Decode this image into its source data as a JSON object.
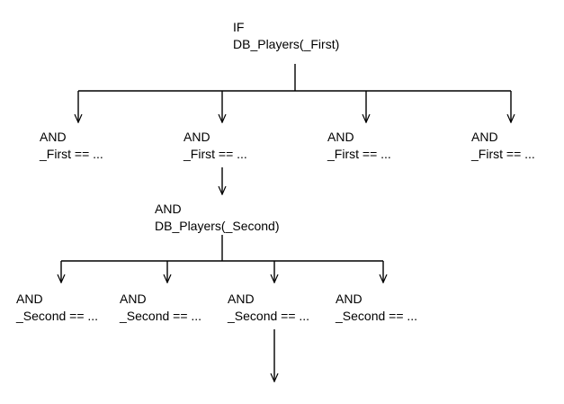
{
  "colors": {
    "line": "#000000",
    "text": "#000000",
    "background": "#ffffff"
  },
  "root": {
    "line1": "IF",
    "line2": "DB_Players(_First)"
  },
  "first_level": [
    {
      "line1": "AND",
      "line2": "_First == ..."
    },
    {
      "line1": "AND",
      "line2": "_First == ..."
    },
    {
      "line1": "AND",
      "line2": "_First == ..."
    },
    {
      "line1": "AND",
      "line2": "_First == ..."
    }
  ],
  "middle": {
    "line1": "AND",
    "line2": "DB_Players(_Second)"
  },
  "second_level": [
    {
      "line1": "AND",
      "line2": "_Second == ..."
    },
    {
      "line1": "AND",
      "line2": "_Second == ..."
    },
    {
      "line1": "AND",
      "line2": "_Second == ..."
    },
    {
      "line1": "AND",
      "line2": "_Second == ..."
    }
  ]
}
